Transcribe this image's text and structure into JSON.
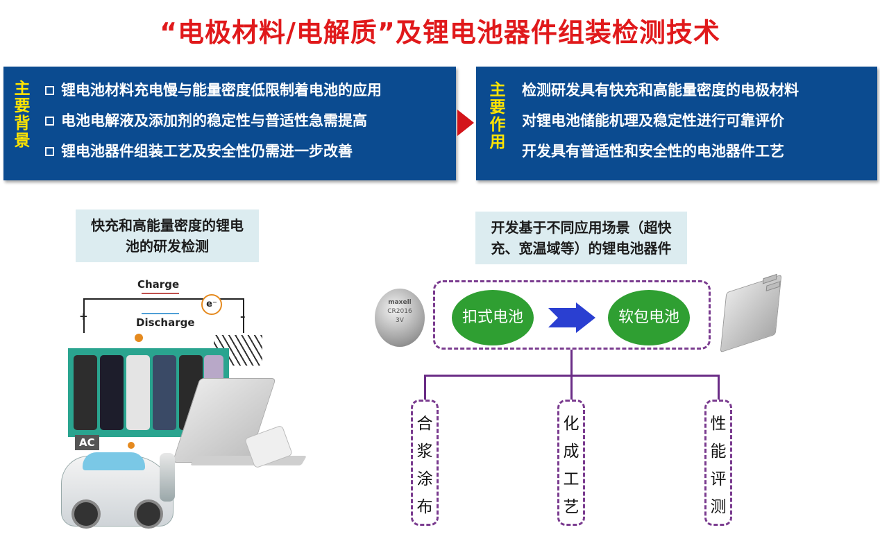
{
  "title": "“电极材料/电解质”及锂电池器件组装检测技术",
  "background_panel": {
    "label_chars": [
      "主",
      "要",
      "背",
      "景"
    ],
    "items": [
      "锂电池材料充电慢与能量密度低限制着电池的应用",
      "电池电解液及添加剂的稳定性与普适性急需提高",
      "锂电池器件组装工艺及安全性仍需进一步改善"
    ]
  },
  "role_panel": {
    "label_chars": [
      "主",
      "要",
      "作",
      "用"
    ],
    "items": [
      "检测研发具有快充和高能量密度的电极材料",
      "对锂电池储能机理及稳定性进行可靠评价",
      "开发具有普适性和安全性的电池器件工艺"
    ]
  },
  "left_section": {
    "caption_line1": "快充和高能量密度的锂电",
    "caption_line2": "池的研发检测",
    "illustration": {
      "charge": "Charge",
      "discharge": "Discharge",
      "electron": "e⁻",
      "plus": "+",
      "minus": "–",
      "ac": "AC"
    }
  },
  "right_section": {
    "caption_line1": "开发基于不同应用场景（超快",
    "caption_line2": "充、宽温域等）的锂电池器件",
    "coin_text": [
      "maxell",
      "CR2016",
      "3V"
    ],
    "button_cell": "扣式电池",
    "pouch_cell": "软包电池",
    "processes": [
      [
        "合",
        "浆",
        "涂",
        "布"
      ],
      [
        "化",
        "成",
        "工",
        "艺"
      ],
      [
        "性",
        "能",
        "评",
        "测"
      ]
    ]
  },
  "colors": {
    "title": "#e0191b",
    "panel": "#0b4b90",
    "label": "#ffe400",
    "ellipse": "#2f9f32",
    "dash": "#7a3b8f",
    "arrow_blue": "#2a3fd1"
  }
}
